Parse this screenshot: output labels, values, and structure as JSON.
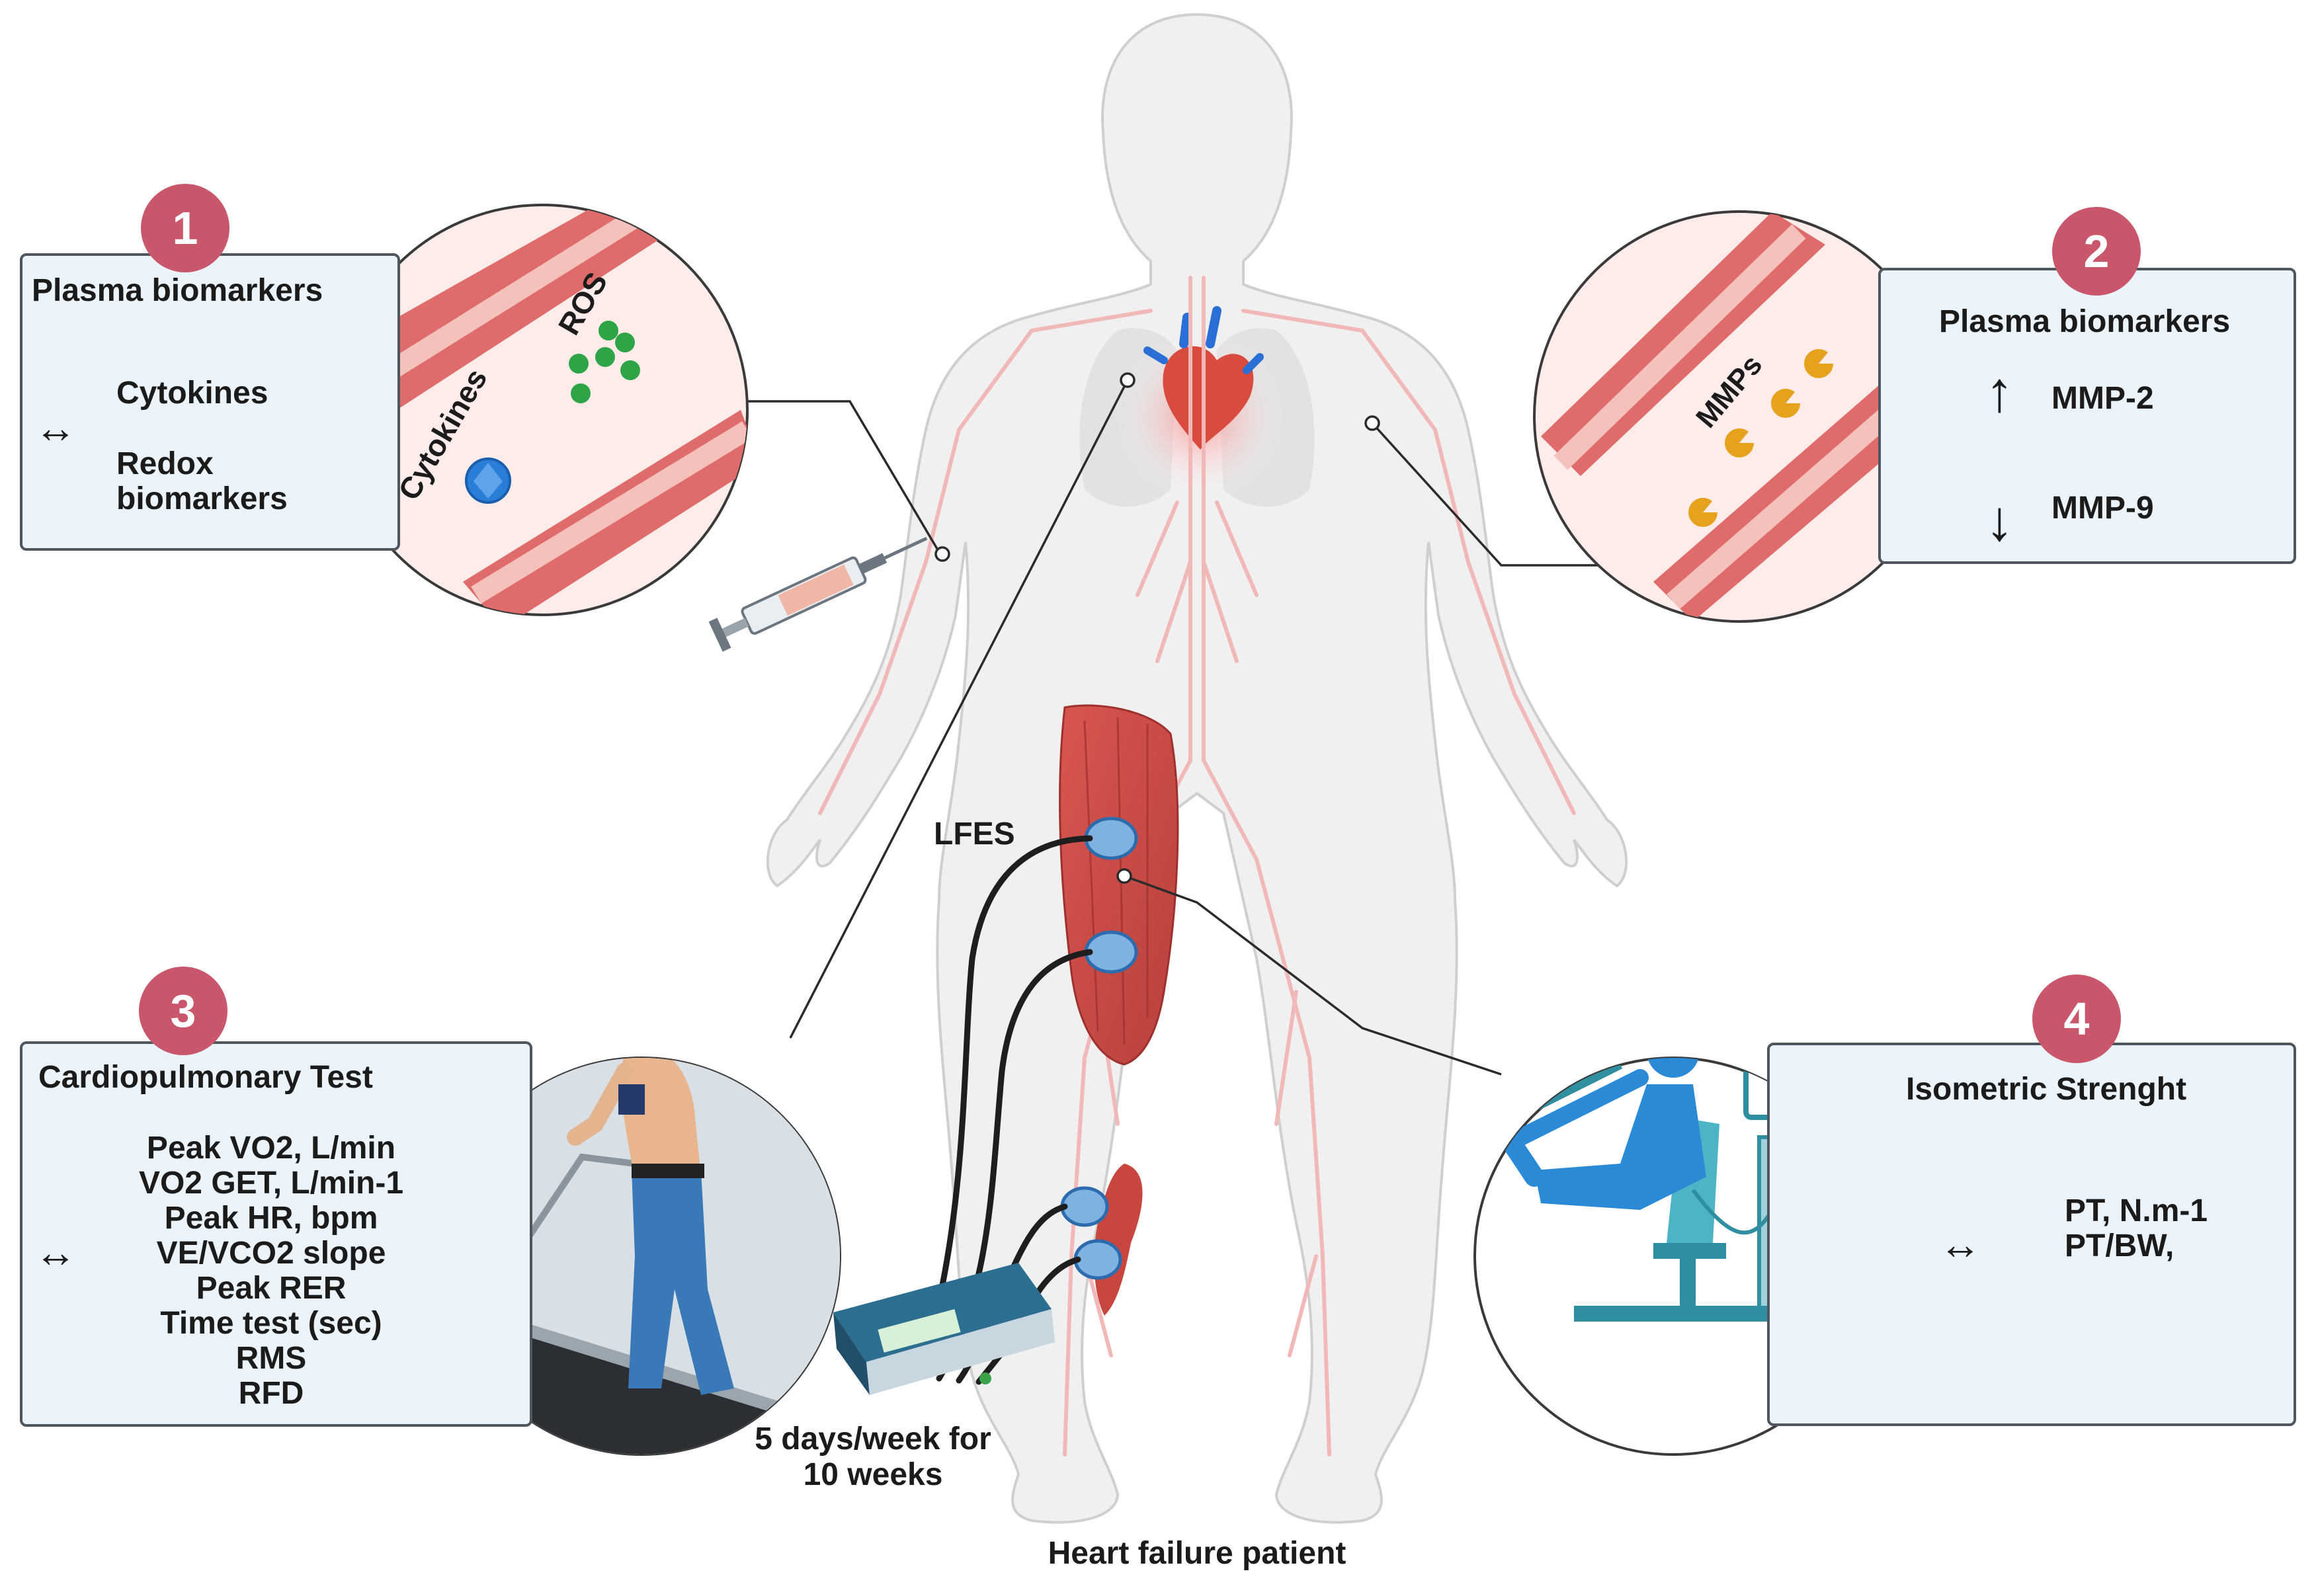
{
  "panel1": {
    "number": "1",
    "title": "Plasma  biomarkers",
    "arrow": "↔",
    "items": [
      "Cytokines",
      "Redox",
      "biomarkers"
    ],
    "vessel_labels": {
      "ros": "ROS",
      "cytokines": "Cytokines"
    }
  },
  "panel2": {
    "number": "2",
    "title": "Plasma  biomarkers",
    "up_arrow": "↑",
    "down_arrow": "↓",
    "items": [
      "MMP-2",
      "MMP-9"
    ],
    "vessel_label": "MMPs"
  },
  "panel3": {
    "number": "3",
    "title": "Cardiopulmonary Test",
    "arrow": "↔",
    "items": [
      "Peak VO2, L/min",
      "VO2 GET, L/min-1",
      "Peak HR, bpm",
      "VE/VCO2 slope",
      "Peak RER",
      "Time test (sec)",
      "RMS",
      "RFD"
    ]
  },
  "panel4": {
    "number": "4",
    "title": "Isometric Strenght",
    "arrow": "↔",
    "items": [
      "PT, N.m-1",
      "PT/BW,"
    ]
  },
  "center": {
    "lfes": "LFES",
    "schedule": [
      "5 days/week for",
      "10 weeks"
    ],
    "caption": "Heart failure patient"
  },
  "colors": {
    "badge": "#c9566a",
    "panel_fill": "#eaf4fa",
    "vessel_wall": "#e06b6b",
    "ros_dots": "#2ea447",
    "mmp": "#e6a21d",
    "equipment_blue": "#1b8fd6"
  }
}
